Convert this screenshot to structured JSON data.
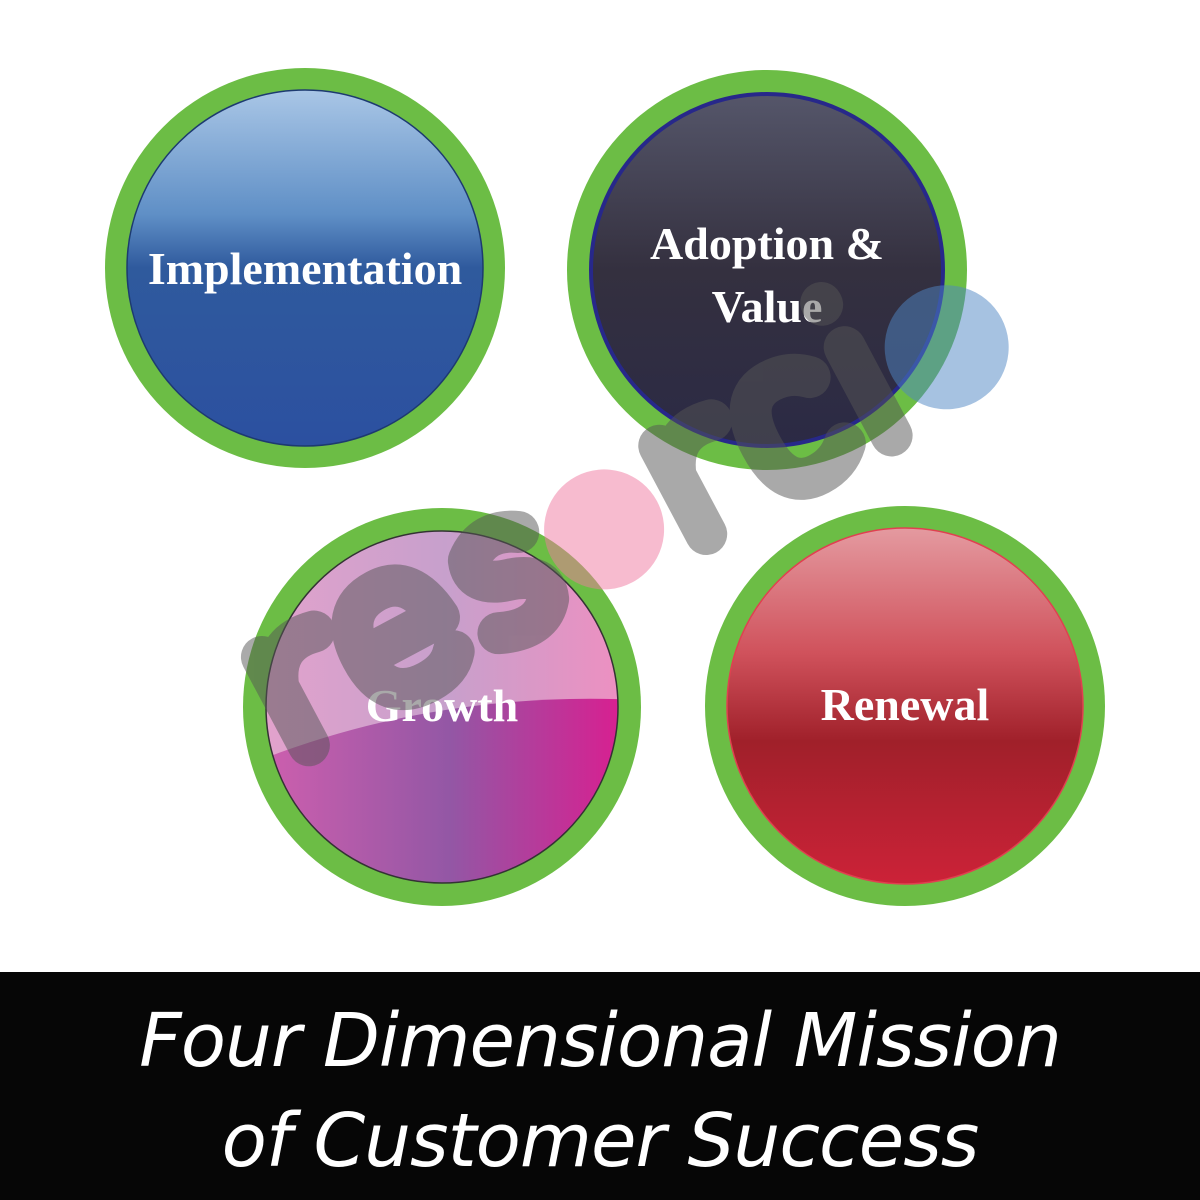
{
  "circles": [
    {
      "label_lines": [
        "Implementation"
      ],
      "color": "#2f55a0"
    },
    {
      "label_lines": [
        "Adoption &",
        "Value"
      ],
      "color": "#2e2b3f"
    },
    {
      "label_lines": [
        "Growth"
      ],
      "color": "#b35aa8"
    },
    {
      "label_lines": [
        "Renewal"
      ],
      "color": "#b8242e"
    }
  ],
  "ring_color": "#6cbd45",
  "title_lines": [
    "Four Dimensional Mission",
    "of Customer Success"
  ],
  "watermark": "resorcio"
}
